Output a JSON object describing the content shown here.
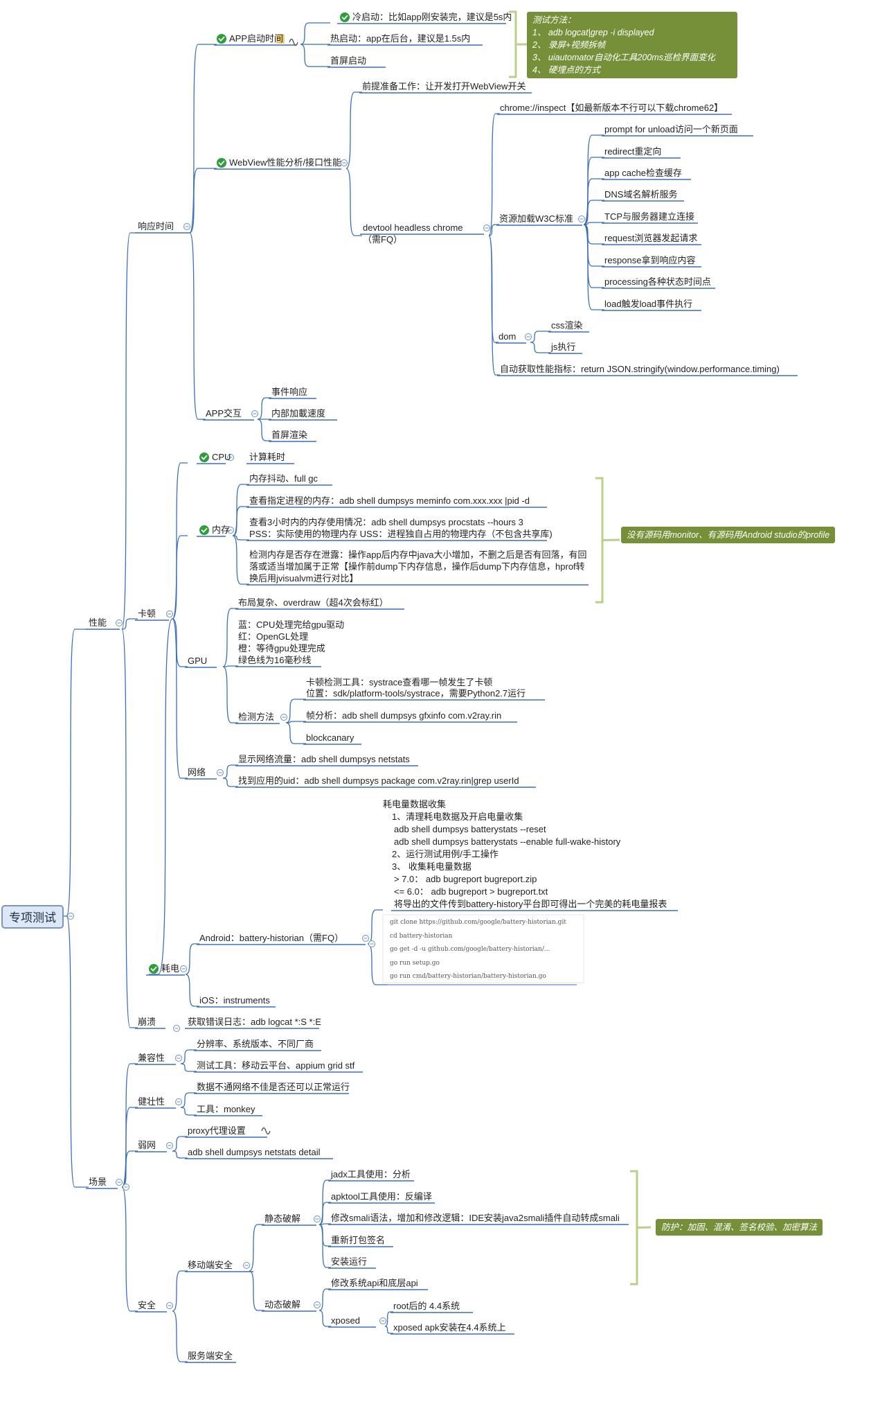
{
  "root": "专项测试",
  "nodes": {
    "n_perf": "性能",
    "n_resp": "响应时间",
    "n_app_start": "APP启动时间",
    "n_cold": "冷启动：比如app刚安装完，建议是5s内",
    "n_hot": "热启动：app在后台，建议是1.5s内",
    "n_first": "首屏启动",
    "n_webview": "WebView性能分析/接口性能",
    "n_prep": "前提准备工作：让开发打开WebView开关",
    "n_devtool1": "devtool headless chrome",
    "n_devtool2": "（需FQ）",
    "n_inspect": "chrome://inspect【如最新版本不行可以下载chrome62】",
    "n_res": "资源加载W3C标准",
    "n_r1": "prompt for unload访问一个新页面",
    "n_r2": "redirect重定向",
    "n_r3": "app cache检查缓存",
    "n_r4": "DNS域名解析服务",
    "n_r5": "TCP与服务器建立连接",
    "n_r6": "request浏览器发起请求",
    "n_r7": "response拿到响应内容",
    "n_r8": "processing各种状态时间点",
    "n_r9": "load触发load事件执行",
    "n_dom": "dom",
    "n_css": "css渲染",
    "n_js": "js执行",
    "n_auto": "自动获取性能指标：return JSON.stringify(window.performance.timing)",
    "n_appint": "APP交互",
    "n_ev": "事件响应",
    "n_inner": "内部加載速度",
    "n_firstrender": "首屏渲染",
    "n_lag": "卡顿",
    "n_cpu": "CPU",
    "n_calc": "计算耗时",
    "n_mem": "内存",
    "n_m1": "内存抖动、full gc",
    "n_m2": "查看指定进程的内存：adb shell dumpsys meminfo com.xxx.xxx |pid -d",
    "n_m3a": "查看3小时内的内存使用情况：adb shell dumpsys procstats --hours 3",
    "n_m3b": "PSS：实际使用的物理内存 USS：进程独自占用的物理内存（不包含共享库)",
    "n_m4a": "检测内存是否存在泄露：操作app后内存中java大小增加，不删之后是否有回落，有回",
    "n_m4b": "落或适当增加属于正常【操作前dump下内存信息，操作后dump下内存信息，hprof转",
    "n_m4c": "换后用jvisualvm进行对比】",
    "n_gpu": "GPU",
    "n_g1": "布局复杂、overdraw（超4次会标红）",
    "n_g2a": "蓝：CPU处理完给gpu驱动",
    "n_g2b": "红：OpenGL处理",
    "n_g2c": "橙：等待gpu处理完成",
    "n_g2d": "绿色线为16毫秒线",
    "n_detect": "检测方法",
    "n_d1a": "卡顿检测工具：systrace查看哪一帧发生了卡顿",
    "n_d1b": "位置：sdk/platform-tools/systrace，需要Python2.7运行",
    "n_d2": "帧分析：adb shell dumpsys gfxinfo com.v2ray.rin",
    "n_d3": "blockcanary",
    "n_net": "网络",
    "n_n1": "显示网络流量：adb shell dumpsys netstats",
    "n_n2": "找到应用的uid：adb shell dumpsys package com.v2ray.rin|grep userId",
    "n_power": "耗电",
    "n_android": "Android：battery-historian（需FQ）",
    "n_b1": "耗电量数据收集",
    "n_b2": "1、清理耗电数据及开启电量收集",
    "n_b3": "adb shell dumpsys batterystats --reset",
    "n_b4": "adb shell dumpsys batterystats --enable full-wake-history",
    "n_b5": "2、运行测试用例/手工操作",
    "n_b6": "3、 收集耗电量数据",
    "n_b7": "> 7.0： adb bugreport bugreport.zip",
    "n_b8": "<= 6.0： adb bugreport > bugreport.txt",
    "n_b9": "将导出的文件传到battery-history平台即可得出一个完美的耗电量报表",
    "n_git1": "git clone https://github.com/google/battery-historian.git",
    "n_git2": "cd battery-historian",
    "n_git3": "go get -d -u github.com/google/battery-historian/...",
    "n_git4": "go run setup.go",
    "n_git5": "go run cmd/battery-historian/battery-historian.go",
    "n_ios": "iOS：instruments",
    "n_crash": "崩溃",
    "n_crashlog": "获取错误日志：adb logcat *:S *:E",
    "n_scene": "场景",
    "n_compat": "兼容性",
    "n_c1": "分辨率、系统版本、不同厂商",
    "n_c2": "测试工具：移动云平台、appium grid stf",
    "n_robust": "健壮性",
    "n_rb1": "数据不通网络不佳是否还可以正常运行",
    "n_rb2": "工具：monkey",
    "n_weak": "弱网",
    "n_w1": "proxy代理设置",
    "n_w2": "adb shell dumpsys netstats detail",
    "n_sec": "安全",
    "n_mobsec": "移动端安全",
    "n_static": "静态破解",
    "n_s1": "jadx工具使用：分析",
    "n_s2": "apktool工具使用：反编译",
    "n_s3": "修改smali语法，增加和修改逻辑：IDE安装java2smali插件自动转成smali",
    "n_s4": "重新打包签名",
    "n_s5": "安装运行",
    "n_dyn": "动态破解",
    "n_dy1": "修改系统api和底层api",
    "n_xposed": "xposed",
    "n_x1": "root后的 4.4系统",
    "n_x2": "xposed apk安装在4.4系统上",
    "n_server": "服务端安全"
  },
  "notes": {
    "test_method": {
      "title": "测试方法：",
      "l1": "1、 adb logcat|grep -i displayed",
      "l2": "2、 录屏+视频拆帧",
      "l3": "3、 uiautomator自动化工具200ms巡检界面变化",
      "l4": "4、 硬埋点的方式"
    },
    "profile": "没有源码用monitor、有源码用Android studio的profile",
    "protect": "防护：加固、混淆、签名校验、加密算法"
  },
  "colors": {
    "line": "#3b6fb6",
    "check": "#2e9e3a",
    "note_bg": "#76903a",
    "bracket": "#b9cf8a",
    "root_bg": "#dce8f5"
  },
  "icons": [
    "check-icon",
    "collapse-icon",
    "note-icon",
    "link-icon"
  ]
}
